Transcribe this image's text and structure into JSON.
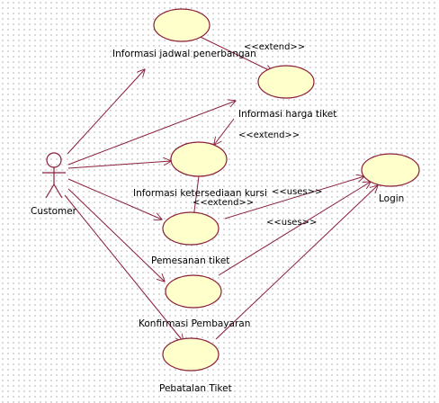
{
  "actor": {
    "name": "Customer"
  },
  "use_cases": {
    "jadwal": "Informasi jadwal penerbangan",
    "harga": "Informasi harga tiket",
    "ketersediaan": "Informasi ketersediaan kursi",
    "pemesanan": "Pemesanan tiket",
    "konfirmasi": "Konfirmasi Pembayaran",
    "pembatalan": "Pebatalan Tiket",
    "login": "Login"
  },
  "stereotypes": {
    "extend_1": "<<extend>>",
    "extend_2": "<<extend>>",
    "extend_3": "<<extend>>",
    "uses_1": "<<uses>>",
    "uses_2": "<<uses>>"
  },
  "colors": {
    "use_case_fill": "#ffffcc",
    "line": "#8a1f3a"
  }
}
